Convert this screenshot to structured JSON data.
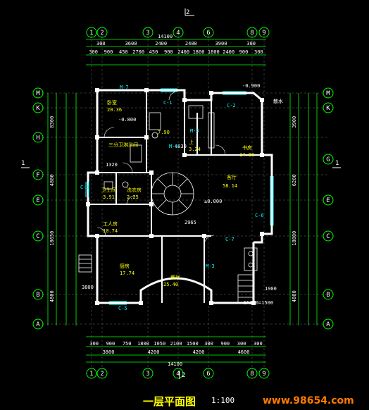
{
  "drawing": {
    "title": "一层平面图",
    "scale": "1:100",
    "watermark": "www.98654.com"
  },
  "axes": {
    "top_labels": [
      "1",
      "2",
      "3",
      "4",
      "6",
      "8",
      "9"
    ],
    "left_labels": [
      "M",
      "K",
      "H",
      "F",
      "E",
      "C",
      "B",
      "A"
    ],
    "right_labels": [
      "M",
      "K",
      "G",
      "E",
      "C",
      "B",
      "A"
    ],
    "section_mark": "2",
    "section_mark_left": "1",
    "section_mark_right": "1"
  },
  "dimensions": {
    "top_total": "14100",
    "top_row1": [
      "300",
      "3600",
      "2400",
      "2400",
      "3900",
      "300"
    ],
    "top_row2": [
      "300",
      "900",
      "450",
      "2700",
      "450",
      "900",
      "2400",
      "1800",
      "1800",
      "2400",
      "900",
      "300"
    ],
    "bottom_row1": [
      "300",
      "900",
      "750",
      "1800",
      "1050",
      "2100",
      "1500",
      "300",
      "900",
      "300",
      "300"
    ],
    "bottom_row2": [
      "3800",
      "4200",
      "4200",
      "4600"
    ],
    "bottom_total": "14100",
    "left_totals": [
      "8300",
      "4800",
      "18650",
      "4800"
    ],
    "right_totals": [
      "3900",
      "6200",
      "18800",
      "4800"
    ]
  },
  "rooms": [
    {
      "name": "卧室",
      "area": "20.36"
    },
    {
      "name": "三分卫淋浴间",
      "area": "7.90"
    },
    {
      "name": "卫生间",
      "area": "3.91"
    },
    {
      "name": "洗衣房",
      "area": "2.25"
    },
    {
      "name": "工人房",
      "area": "10.74"
    },
    {
      "name": "客厅",
      "area": "58.14"
    },
    {
      "name": "餐厅",
      "area": "25.40"
    },
    {
      "name": "厨房",
      "area": "17.74"
    },
    {
      "name": "书房",
      "area": "14.80"
    },
    {
      "name": "上",
      "area": "3.24"
    }
  ],
  "annotations": {
    "level_main": "±0.000",
    "level_low": "-0.800",
    "level_low2": "-0.900",
    "doors": [
      "M-7",
      "M-1",
      "M-3",
      "M-4",
      "C-1",
      "C-5",
      "C-7",
      "C-2",
      "C-3",
      "C-6"
    ],
    "misc": [
      "散水",
      "5X300=1500",
      "1900",
      "2965",
      "4030",
      "1320",
      "3800"
    ]
  }
}
